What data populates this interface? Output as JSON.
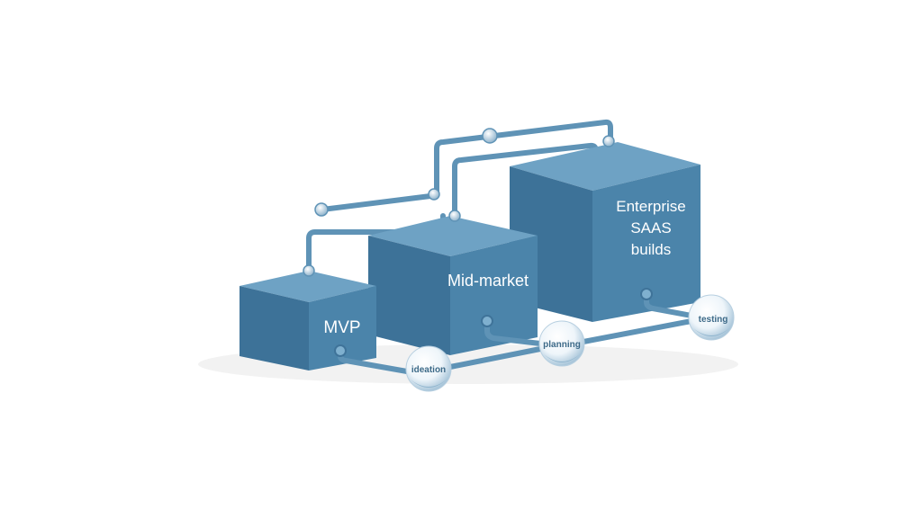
{
  "boxes": {
    "mvp": {
      "label": "MVP"
    },
    "mid_market": {
      "label": "Mid-market"
    },
    "enterprise": {
      "lines": [
        "Enterprise",
        "SAAS",
        "builds"
      ]
    }
  },
  "stages": {
    "ideation": "ideation",
    "planning": "planning",
    "testing": "testing"
  },
  "colors": {
    "box_front": "#4b84aa",
    "box_top": "#6c9fc1",
    "box_side": "#3b6f93",
    "pipe": "#5f93b6",
    "orb_glass": "#e9f3f9"
  }
}
